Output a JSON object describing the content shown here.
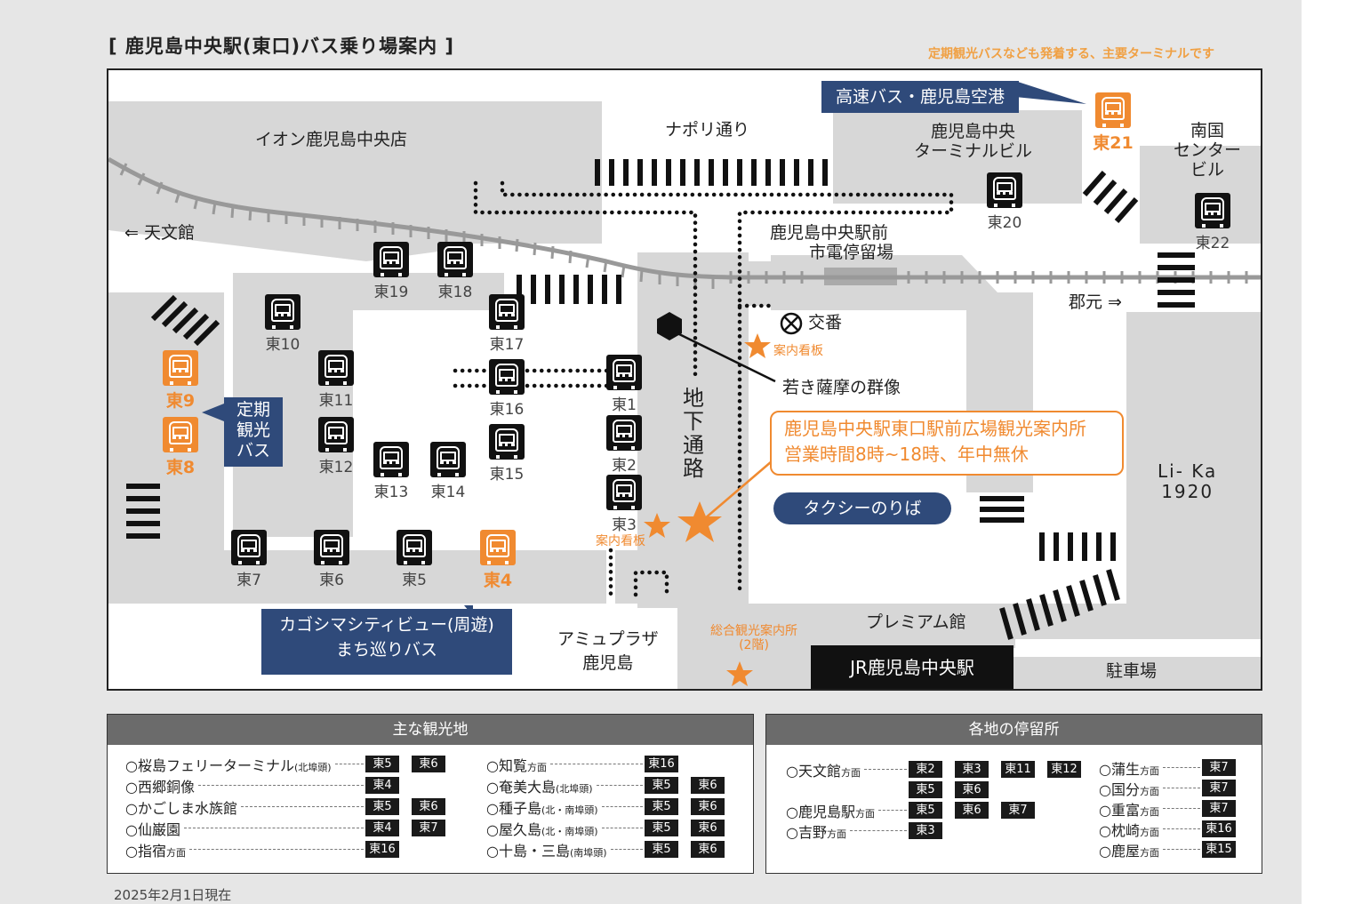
{
  "title": "[ 鹿児島中央駅(東口)バス乗り場案内 ]",
  "subtitle": "定期観光バスなども発着する、主要ターミナルです",
  "map": {
    "places": {
      "aeon": "イオン鹿児島中央店",
      "napoli": "ナポリ通り",
      "terminal_building": [
        "鹿児島中央",
        "ターミナルビル"
      ],
      "nangoku": [
        "南国",
        "センター",
        "ビル"
      ],
      "tenmonkan": "⇐ 天文館",
      "tram_stop": [
        "鹿児島中央駅前",
        "市電停留場"
      ],
      "korimoto": "郡元 ⇒",
      "koban": "交番",
      "board1": "案内看板",
      "statue": "若き薩摩の群像",
      "underpass": [
        "地",
        "下",
        "通",
        "路"
      ],
      "board2": "案内看板",
      "lika": [
        "Li- Ka",
        "1920"
      ],
      "premium": "プレミアム館",
      "jr": "JR鹿児島中央駅",
      "parking": "駐車場",
      "amu": [
        "アミュプラザ",
        "鹿児島"
      ],
      "tourist_info": [
        "総合観光案内所",
        "(2階)"
      ]
    },
    "callouts": {
      "highway_bus": "高速バス・鹿児島空港",
      "sightseeing_bus": [
        "定期",
        "観光",
        "バス"
      ],
      "city_view": [
        "カゴシマシティビュー(周遊)",
        "まち巡りバス"
      ]
    },
    "info_box": [
      "鹿児島中央駅東口駅前広場観光案内所",
      "営業時間8時~18時、年中無休"
    ],
    "taxi": "タクシーのりば",
    "stops": [
      {
        "id": "東21",
        "orange": true
      },
      {
        "id": "東20",
        "orange": false
      },
      {
        "id": "東22",
        "orange": false
      },
      {
        "id": "東19",
        "orange": false
      },
      {
        "id": "東18",
        "orange": false
      },
      {
        "id": "東17",
        "orange": false
      },
      {
        "id": "東10",
        "orange": false
      },
      {
        "id": "東11",
        "orange": false
      },
      {
        "id": "東16",
        "orange": false
      },
      {
        "id": "東1",
        "orange": false
      },
      {
        "id": "東9",
        "orange": true
      },
      {
        "id": "東8",
        "orange": true
      },
      {
        "id": "東12",
        "orange": false
      },
      {
        "id": "東13",
        "orange": false
      },
      {
        "id": "東14",
        "orange": false
      },
      {
        "id": "東15",
        "orange": false
      },
      {
        "id": "東2",
        "orange": false
      },
      {
        "id": "東3",
        "orange": false
      },
      {
        "id": "東7",
        "orange": false
      },
      {
        "id": "東6",
        "orange": false
      },
      {
        "id": "東5",
        "orange": false
      },
      {
        "id": "東4",
        "orange": true
      }
    ]
  },
  "sights_panel": {
    "header": "主な観光地",
    "left": [
      {
        "name": "○桜島フェリーターミナル",
        "note": "(北埠頭)",
        "tags": [
          "東5",
          "東6"
        ]
      },
      {
        "name": "○西郷銅像",
        "note": "",
        "tags": [
          "東4"
        ]
      },
      {
        "name": "○かごしま水族館",
        "note": "",
        "tags": [
          "東5",
          "東6"
        ]
      },
      {
        "name": "○仙巌園",
        "note": "",
        "tags": [
          "東4",
          "東7"
        ]
      },
      {
        "name": "○指宿",
        "note": "方面",
        "tags": [
          "東16"
        ]
      }
    ],
    "right": [
      {
        "name": "○知覧",
        "note": "方面",
        "tags": [
          "東16"
        ]
      },
      {
        "name": "○奄美大島",
        "note": "(北埠頭)",
        "tags": [
          "東5",
          "東6"
        ]
      },
      {
        "name": "○種子島",
        "note": "(北・南埠頭)",
        "tags": [
          "東5",
          "東6"
        ]
      },
      {
        "name": "○屋久島",
        "note": "(北・南埠頭)",
        "tags": [
          "東5",
          "東6"
        ]
      },
      {
        "name": "○十島・三島",
        "note": "(南埠頭)",
        "tags": [
          "東5",
          "東6"
        ]
      }
    ]
  },
  "stops_panel": {
    "header": "各地の停留所",
    "left": [
      {
        "name": "○天文館",
        "note": "方面",
        "tags": [
          "東2",
          "東3",
          "東11",
          "東12"
        ]
      },
      {
        "name": "",
        "note": "",
        "tags": [
          "東5",
          "東6"
        ]
      },
      {
        "name": "○鹿児島駅",
        "note": "方面",
        "tags": [
          "東5",
          "東6",
          "東7"
        ]
      },
      {
        "name": "○吉野",
        "note": "方面",
        "tags": [
          "東3"
        ]
      }
    ],
    "right": [
      {
        "name": "○蒲生",
        "note": "方面",
        "tags": [
          "東7"
        ]
      },
      {
        "name": "○国分",
        "note": "方面",
        "tags": [
          "東7"
        ]
      },
      {
        "name": "○重富",
        "note": "方面",
        "tags": [
          "東7"
        ]
      },
      {
        "name": "○枕崎",
        "note": "方面",
        "tags": [
          "東16"
        ]
      },
      {
        "name": "○鹿屋",
        "note": "方面",
        "tags": [
          "東15"
        ]
      }
    ]
  },
  "date": "2025年2月1日現在",
  "colors": {
    "orange": "#f08a30",
    "navy": "#2f4a7a",
    "road_gray": "#d7d7d7",
    "header_gray": "#6b6b6b"
  }
}
